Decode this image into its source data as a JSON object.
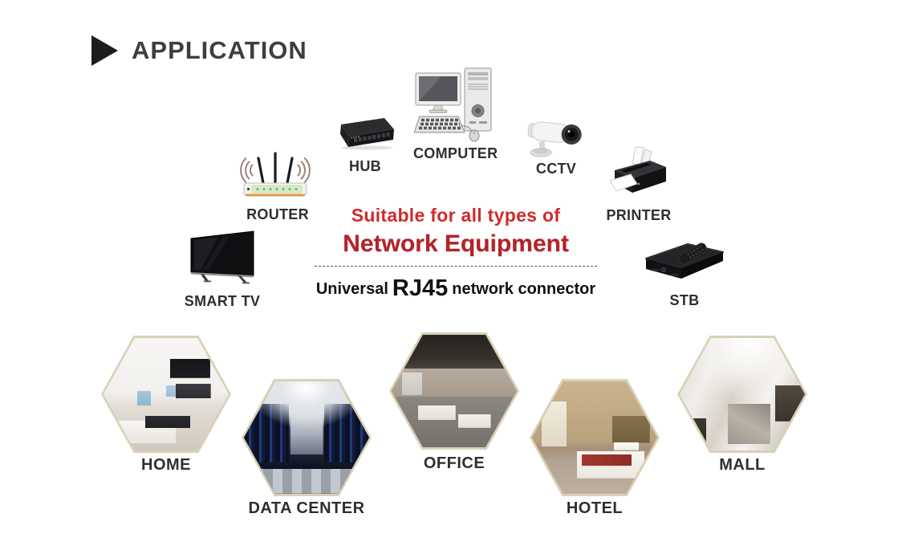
{
  "header": {
    "title": "APPLICATION"
  },
  "center": {
    "line1": "Suitable for all types of",
    "line2": "Network Equipment",
    "universal": "Universal",
    "connector_highlight": "RJ45",
    "connector_rest": "network connector"
  },
  "devices": [
    {
      "id": "router",
      "label": "ROUTER"
    },
    {
      "id": "hub",
      "label": "HUB"
    },
    {
      "id": "computer",
      "label": "COMPUTER"
    },
    {
      "id": "cctv",
      "label": "CCTV"
    },
    {
      "id": "printer",
      "label": "PRINTER"
    },
    {
      "id": "smart-tv",
      "label": "SMART TV"
    },
    {
      "id": "stb",
      "label": "STB"
    }
  ],
  "applications": [
    {
      "id": "home",
      "label": "HOME"
    },
    {
      "id": "data-center",
      "label": "DATA CENTER"
    },
    {
      "id": "office",
      "label": "OFFICE"
    },
    {
      "id": "hotel",
      "label": "HOTEL"
    },
    {
      "id": "mall",
      "label": "MALL"
    }
  ],
  "colors": {
    "title_text": "#3e3e3e",
    "label_text": "#2f2f2f",
    "red_line1": "#cf2b2e",
    "red_line2": "#b2242a",
    "black_text": "#111111",
    "hex_border": "#d8d1b6"
  }
}
